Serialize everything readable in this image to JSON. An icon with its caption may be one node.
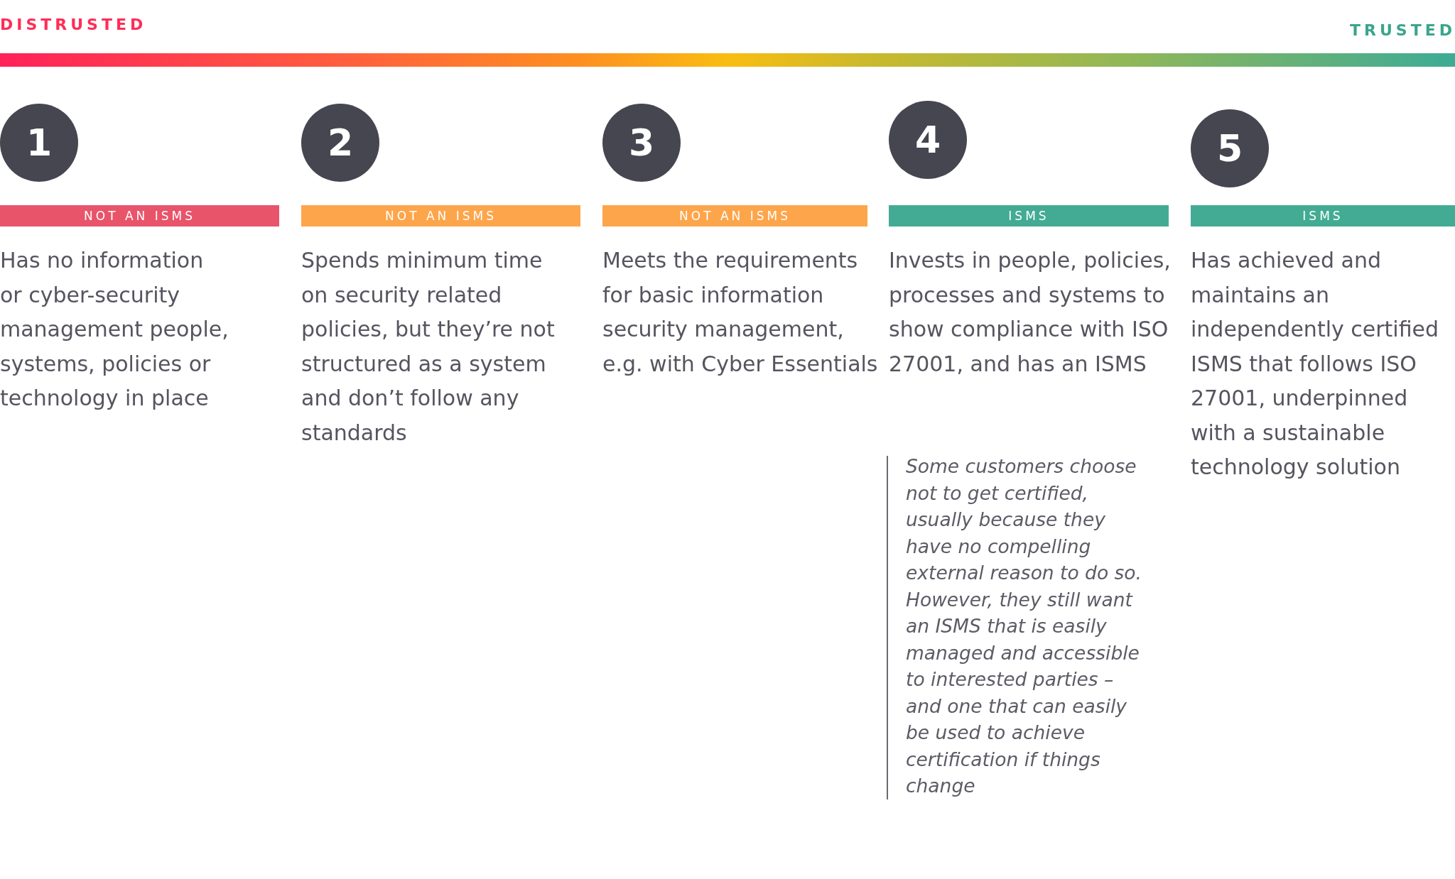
{
  "diagram": {
    "nodes": [
      {
        "text": [],
        "shape": "bar"
      },
      {
        "text": [
          "1"
        ]
      },
      {
        "text": [
          "NOT AN ISMS"
        ],
        "beside": [
          "Has no information or cyber-security management people, systems, policies or technology in place"
        ]
      },
      {
        "text": [
          "2"
        ]
      },
      {
        "text": [
          "NOT AN ISMS"
        ],
        "beside": [
          "Spends minimum time on security related policies, but they’re not structured as a system and don’t follow any standards"
        ]
      },
      {
        "text": [
          "3"
        ]
      },
      {
        "text": [
          "NOT AN ISMS"
        ],
        "beside": [
          "Meets the requirements for basic information security management, e.g. with Cyber Essentials"
        ]
      },
      {
        "text": [
          "4"
        ]
      },
      {
        "text": [
          "ISMS"
        ],
        "beside": [
          "Invests in people, policies, processes and systems to show compliance with ISO 27001, and has an ISMS"
        ]
      },
      {
        "text": [
          "5"
        ]
      },
      {
        "text": [
          "ISMS"
        ],
        "beside": [
          "Has achieved and maintains an independently certified ISMS that follows ISO 27001, underpinned with a sustainable technology solution"
        ]
      }
    ],
    "labels": [
      "DISTRUSTED",
      "TRUSTED",
      "Some customers choose not to get certified, usually because they have no compelling external reason to do so. However, they still want an ISMS that is easily managed and accessible to interested parties – and one that can easily be used to achieve certification if things change"
    ]
  }
}
